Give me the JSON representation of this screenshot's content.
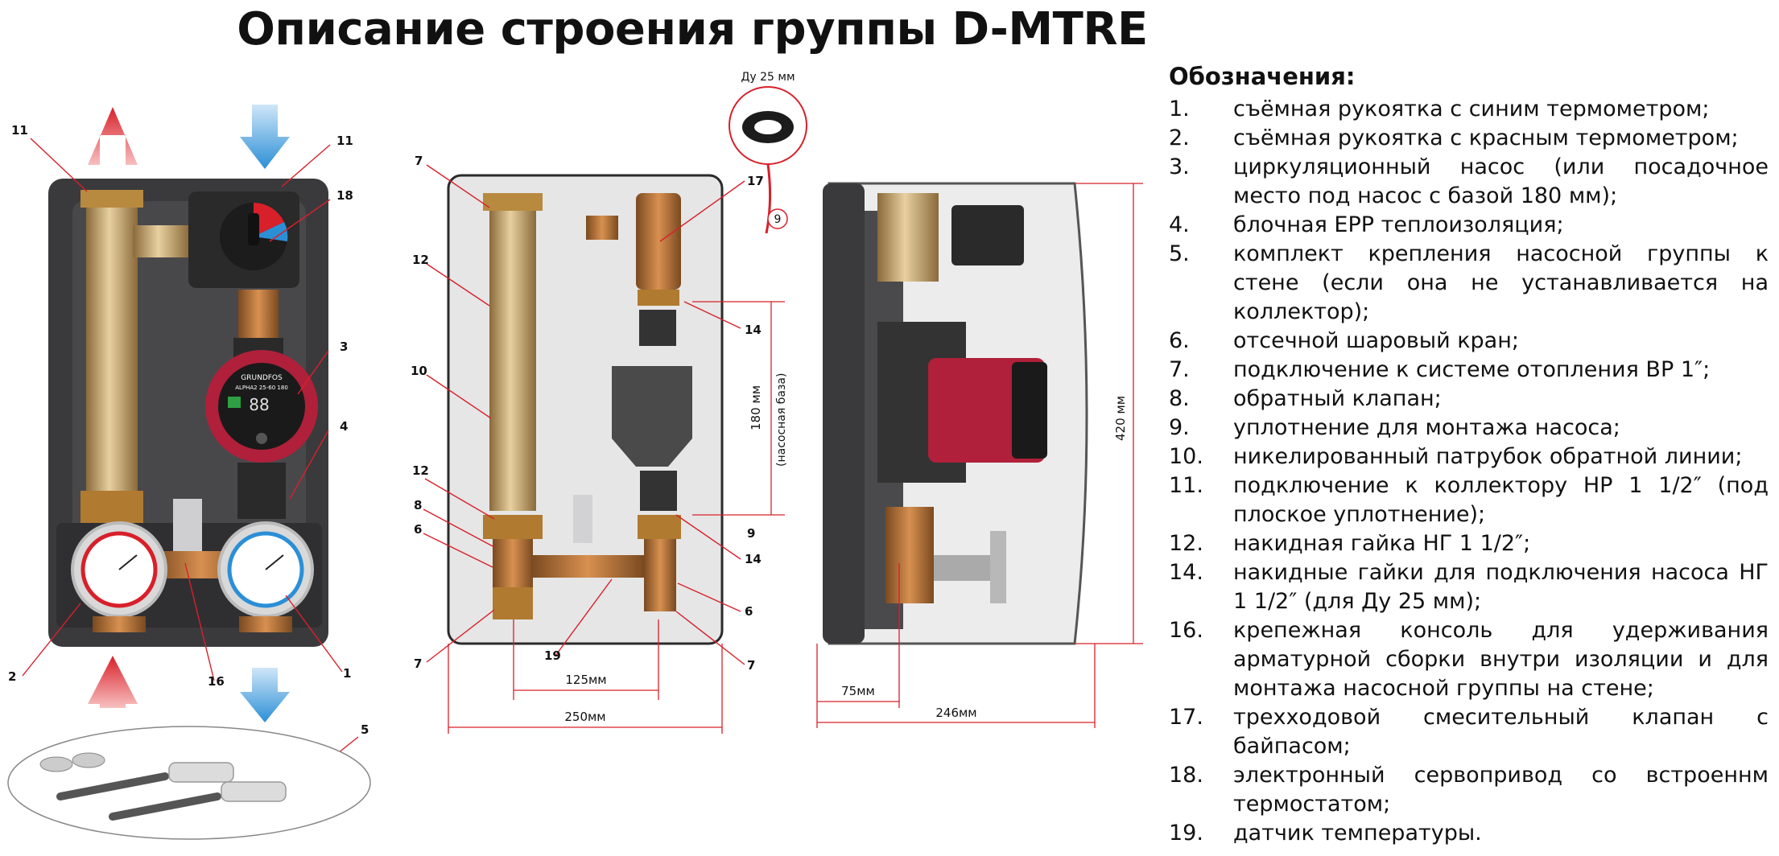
{
  "title": "Описание строения группы D-MTRE",
  "legend": {
    "heading": "Обозначения:",
    "items": [
      {
        "num": "1.",
        "text": "съёмная рукоятка с синим термометром;"
      },
      {
        "num": "2.",
        "text": "съёмная рукоятка с красным термометром;"
      },
      {
        "num": "3.",
        "text": "циркуляционный насос (или посадочное место под насос с базой 180 мм);"
      },
      {
        "num": "4.",
        "text": "блочная EPP теплоизоляция;"
      },
      {
        "num": "5.",
        "text": "комплект крепления насосной группы к стене (если она не устанавливается на коллектор);"
      },
      {
        "num": "6.",
        "text": "отсечной шаровый кран;"
      },
      {
        "num": "7.",
        "text": "подключение к системе отопления ВР 1″;"
      },
      {
        "num": "8.",
        "text": "обратный клапан;"
      },
      {
        "num": "9.",
        "text": "уплотнение для монтажа насоса;"
      },
      {
        "num": "10.",
        "text": "никелированный патрубок обратной линии;"
      },
      {
        "num": "11.",
        "text": "подключение к коллектору НР 1 1/2″ (под плоское уплотнение);"
      },
      {
        "num": "12.",
        "text": "накидная гайка НГ 1 1/2″;"
      },
      {
        "num": "14.",
        "text": "накидные гайки для подключения насоса НГ 1 1/2″ (для Ду 25 мм);"
      },
      {
        "num": "16.",
        "text": "крепежная консоль для удерживания арматурной сборки внутри изоляции и для монтажа насосной группы на стене;"
      },
      {
        "num": "17.",
        "text": "трехходовой смесительный клапан с байпасом;"
      },
      {
        "num": "18.",
        "text": "электронный сервопривод со встроеннм термостатом;"
      },
      {
        "num": "19.",
        "text": "датчик температуры."
      }
    ]
  },
  "callouts": {
    "left": [
      "11",
      "11",
      "18",
      "3",
      "4",
      "2",
      "16",
      "1",
      "5"
    ],
    "middle": [
      "7",
      "12",
      "10",
      "12",
      "8",
      "6",
      "7",
      "19",
      "17",
      "9",
      "14",
      "9",
      "14",
      "6",
      "7"
    ]
  },
  "dimensions": {
    "seal": "Ду 25 мм",
    "pump_base": "180 мм",
    "pump_base_note": "(насосная база)",
    "width_inner": "125мм",
    "width_total": "250мм",
    "height_total": "420 мм",
    "depth_offset": "75мм",
    "depth_total": "246мм"
  },
  "pump_brand": {
    "brand": "GRUNDFOS",
    "model": "ALPHA2 25-60 180"
  },
  "colors": {
    "hot": "#d8202a",
    "cold": "#2b8fd6",
    "insulation": "#3a3a3c",
    "brass": "#c8a060",
    "pump": "#b0203a"
  }
}
